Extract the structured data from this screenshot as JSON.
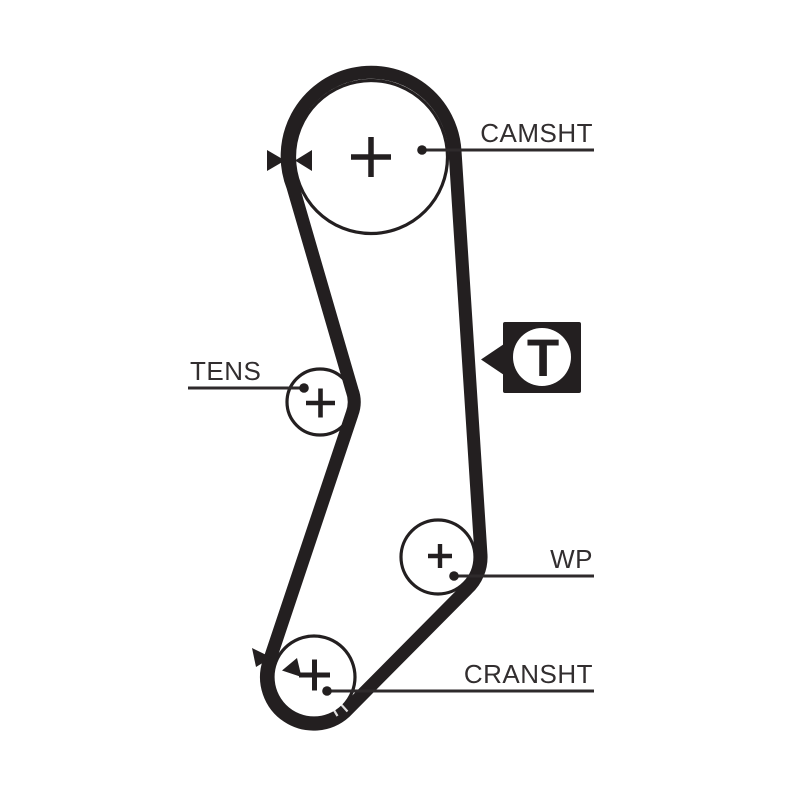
{
  "diagram": {
    "kind": "timing-belt-routing-diagram",
    "background_color": "#ffffff",
    "ink_color": "#231f20",
    "label_color": "#322e2f",
    "labels": {
      "camshaft": "CAMSHT",
      "tensioner": "TENS",
      "water_pump": "WP",
      "crankshaft": "CRANSHT"
    },
    "badge": {
      "letter": "T"
    },
    "icons": [
      "timing-mark-arrow-icon",
      "belt-tension-pointer-icon"
    ]
  }
}
